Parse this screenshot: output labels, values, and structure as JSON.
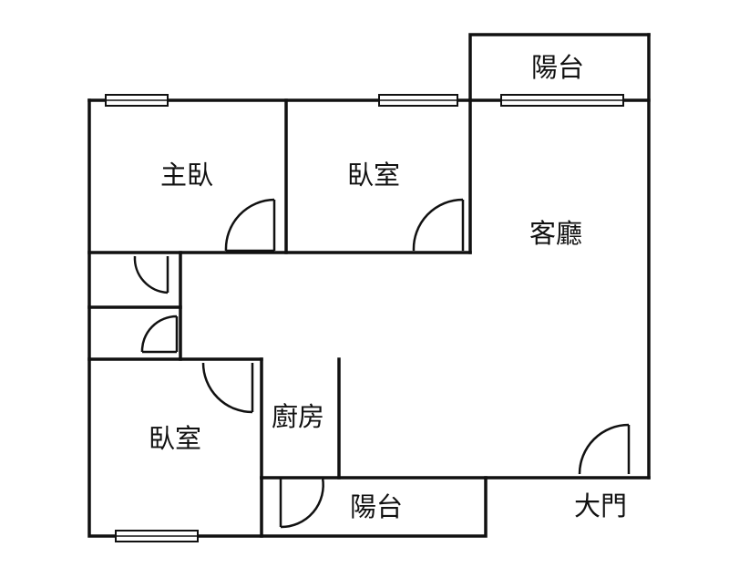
{
  "rooms": {
    "master_bedroom": "主臥",
    "bedroom_top": "臥室",
    "living_room": "客廳",
    "bedroom_bottom": "臥室",
    "kitchen": "廚房",
    "balcony_top": "陽台",
    "balcony_bottom": "陽台",
    "main_door": "大門"
  }
}
